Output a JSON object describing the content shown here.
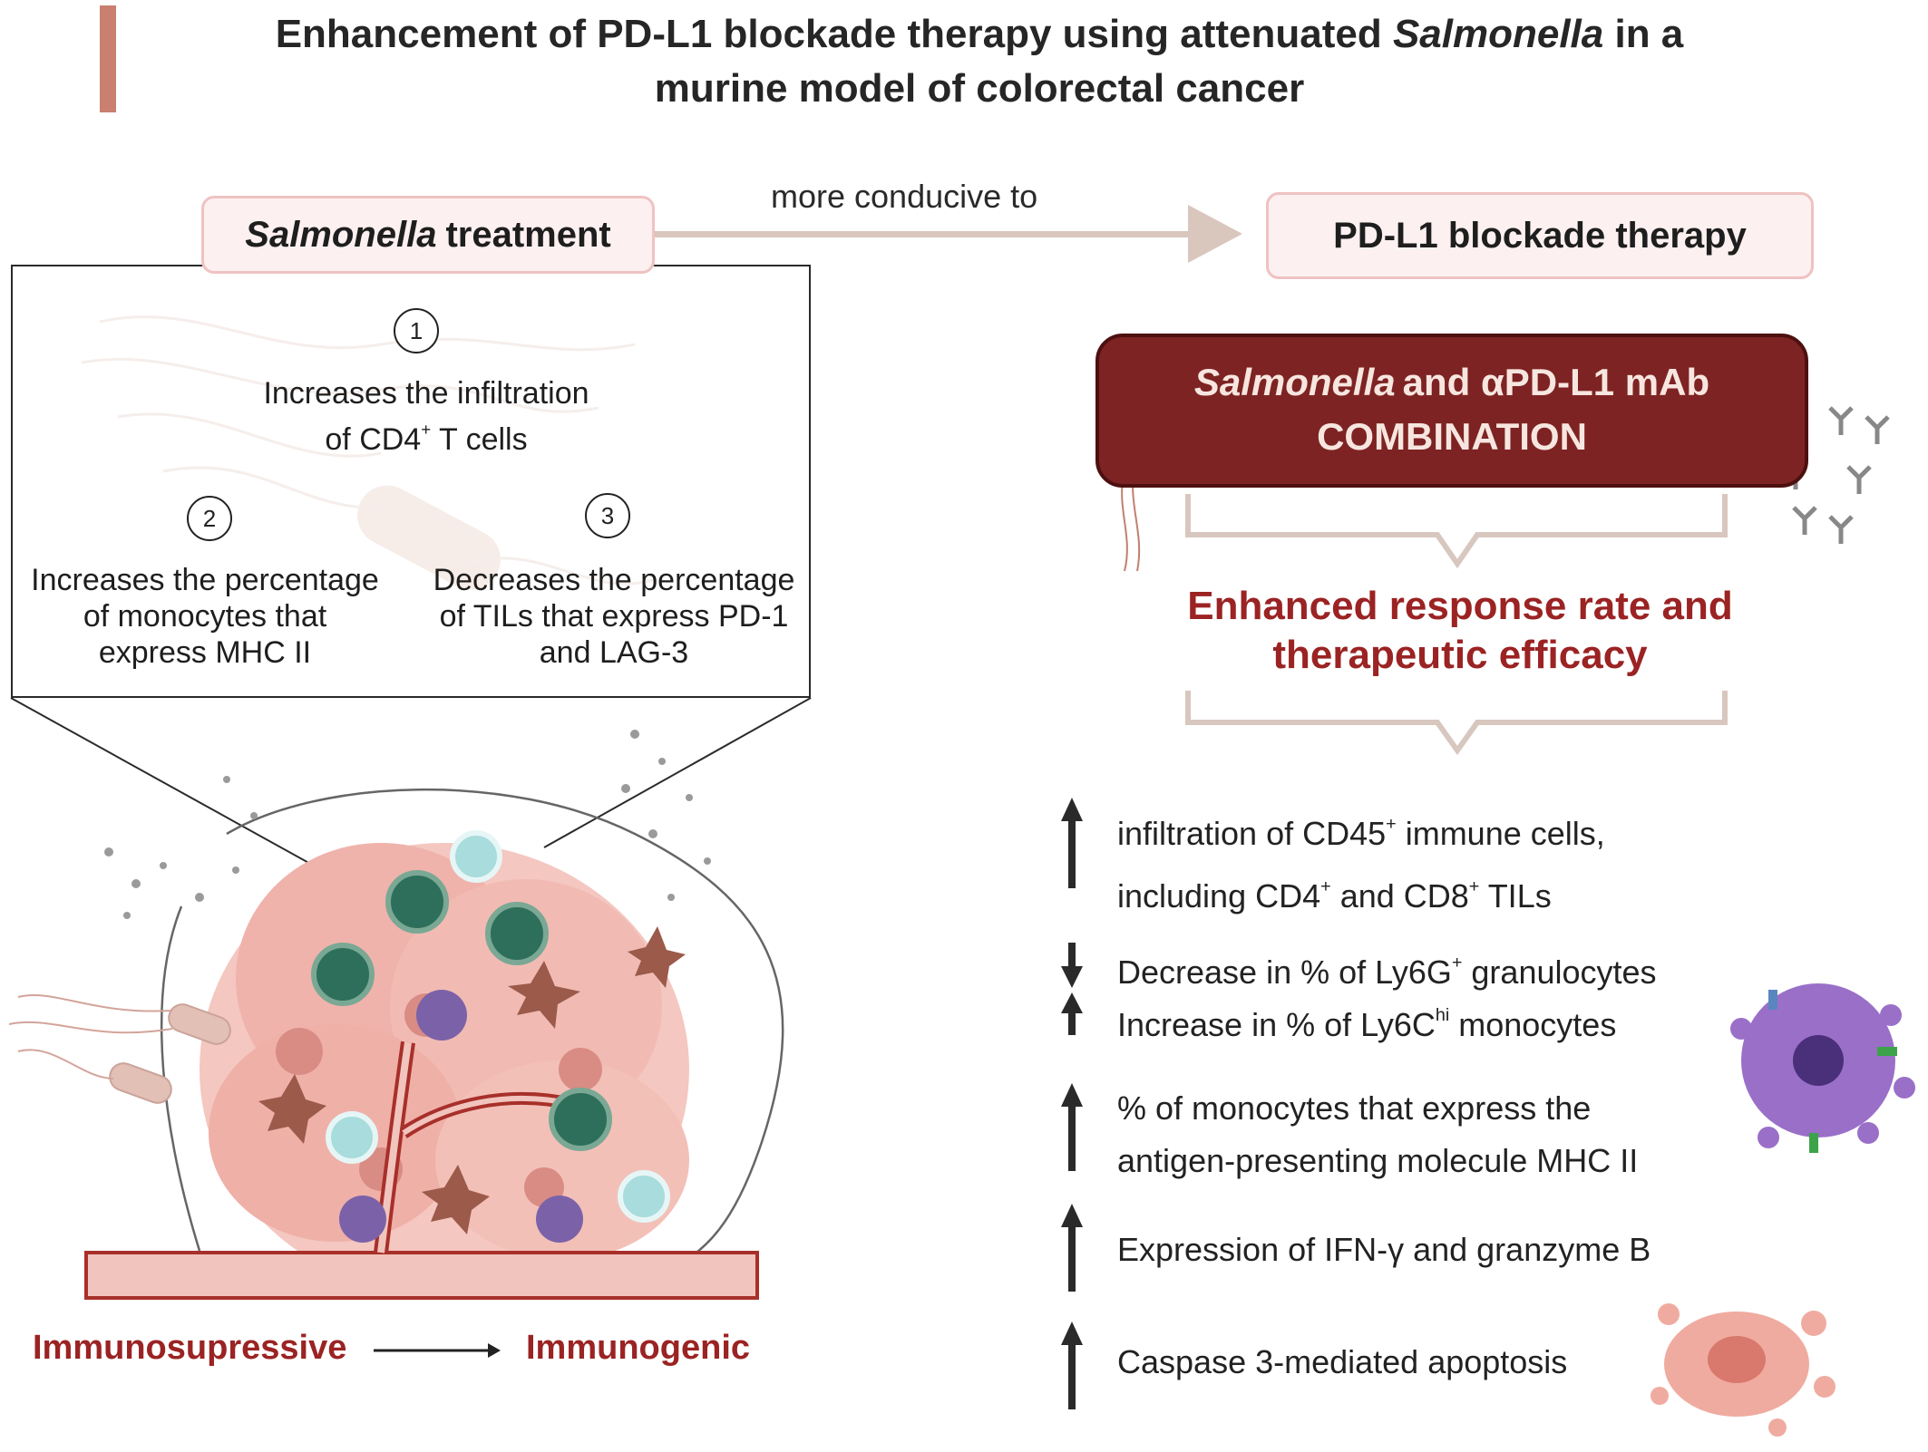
{
  "title": {
    "part1": "Enhancement of PD-L1 blockade therapy using attenuated",
    "italic": "Salmonella",
    "part2": "in a",
    "line2": "murine model of colorectal cancer"
  },
  "treatment_box": {
    "italic": "Salmonella",
    "label": "treatment"
  },
  "arrow_label": "more conducive to",
  "therapy_box": {
    "label": "PD-L1 blockade therapy"
  },
  "effects": [
    {
      "number": "1",
      "line1": "Increases the infiltration",
      "line2_pre": "of CD4",
      "line2_sup": "+",
      "line2_post": " T cells"
    },
    {
      "number": "2",
      "line1": "Increases the percentage",
      "line2": "of monocytes that",
      "line3": "express MHC II"
    },
    {
      "number": "3",
      "line1": "Decreases the percentage",
      "line2": "of TILs that express PD-1",
      "line3": "and LAG-3"
    }
  ],
  "combination": {
    "italic": "Salmonella",
    "line1_rest": "and αPD-L1 mAb",
    "line2": "COMBINATION"
  },
  "enhanced": {
    "line1": "Enhanced response rate and",
    "line2": "therapeutic efficacy"
  },
  "outcomes": {
    "o1": {
      "a": "infiltration of CD45",
      "a_sup": "+",
      "b": " immune cells,",
      "c": "including CD4",
      "c_sup": "+",
      "d": " and CD8",
      "d_sup": "+",
      "e": " TILs"
    },
    "o2": {
      "a": "Decrease  in % of Ly6G",
      "a_sup": "+",
      "b": " granulocytes"
    },
    "o3": {
      "a": "Increase in % of Ly6C",
      "a_sup": "hi",
      "b": " monocytes"
    },
    "o4": {
      "line1": "% of monocytes that express the",
      "line2": "antigen-presenting molecule MHC II"
    },
    "o5": {
      "line1": "Expression of IFN-γ and granzyme B"
    },
    "o6": {
      "line1": "Caspase 3-mediated apoptosis"
    }
  },
  "bottom": {
    "left": "Immunosupressive",
    "right": "Immunogenic"
  },
  "colors": {
    "title_bar": "#c98070",
    "dark_red": "#7e2323",
    "accent_red": "#9b2323",
    "pink_box": "#fdf0f0"
  }
}
